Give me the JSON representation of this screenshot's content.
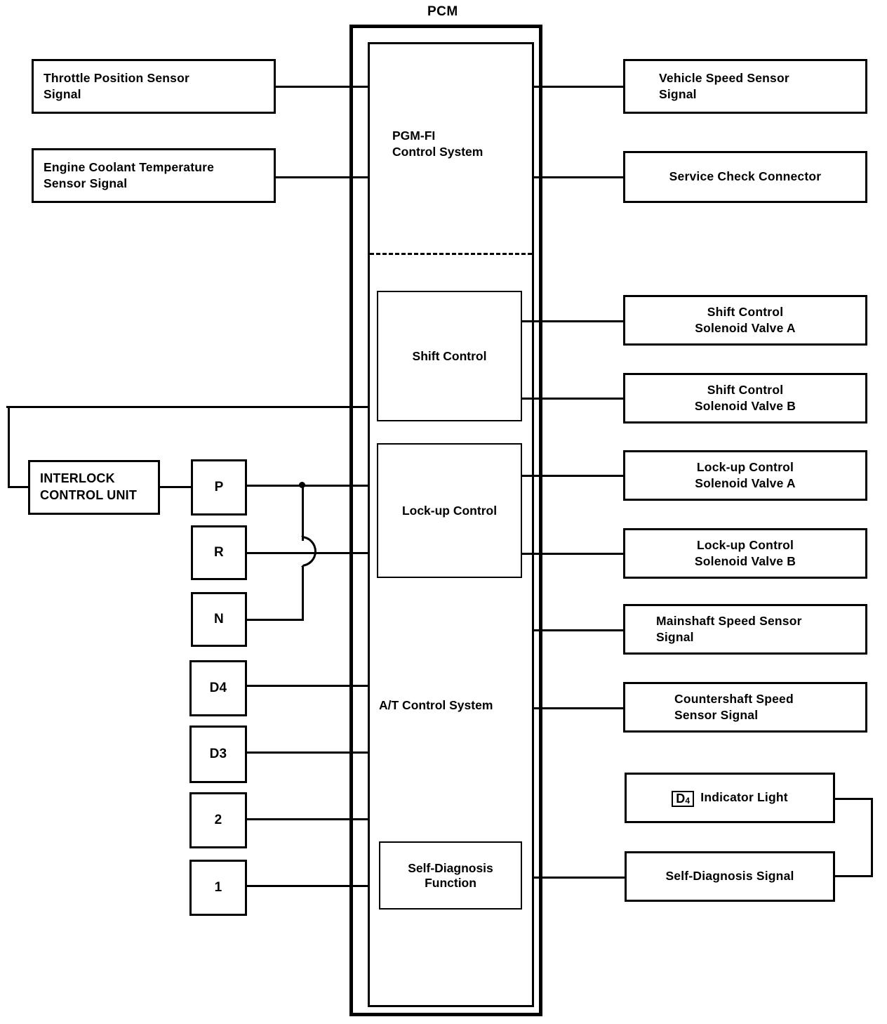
{
  "diagram": {
    "title": "PCM",
    "pcm": {
      "label": "PCM",
      "sections": [
        {
          "id": "pgmfi",
          "label": "PGM-FI\nControl System"
        },
        {
          "id": "at",
          "label": "A/T Control System"
        }
      ],
      "modules": [
        {
          "id": "shift-control",
          "label": "Shift Control"
        },
        {
          "id": "lockup-control",
          "label": "Lock-up Control"
        },
        {
          "id": "self-diagnosis-function",
          "label": "Self-Diagnosis\nFunction"
        }
      ],
      "pgmfi_label_line1": "PGM-FI",
      "pgmfi_label_line2": "Control System",
      "at_label": "A/T Control System"
    },
    "inputs_left": [
      {
        "id": "throttle-position-sensor-signal",
        "line1": "Throttle Position Sensor",
        "line2": "Signal"
      },
      {
        "id": "engine-coolant-temperature-sensor-signal",
        "line1": "Engine Coolant Temperature",
        "line2": "Sensor Signal"
      }
    ],
    "interlock": {
      "id": "interlock-control-unit",
      "line1": "INTERLOCK",
      "line2": "CONTROL UNIT"
    },
    "gear_positions": [
      {
        "id": "gear-p",
        "label": "P"
      },
      {
        "id": "gear-r",
        "label": "R"
      },
      {
        "id": "gear-n",
        "label": "N"
      },
      {
        "id": "gear-d4",
        "label": "D4"
      },
      {
        "id": "gear-d3",
        "label": "D3"
      },
      {
        "id": "gear-2",
        "label": "2"
      },
      {
        "id": "gear-1",
        "label": "1"
      }
    ],
    "outputs_right": [
      {
        "id": "vehicle-speed-sensor-signal",
        "line1": "Vehicle Speed Sensor",
        "line2": "Signal"
      },
      {
        "id": "service-check-connector",
        "line1": "Service Check Connector",
        "line2": ""
      },
      {
        "id": "shift-control-solenoid-valve-a",
        "line1": "Shift Control",
        "line2": "Solenoid Valve A"
      },
      {
        "id": "shift-control-solenoid-valve-b",
        "line1": "Shift Control",
        "line2": "Solenoid Valve B"
      },
      {
        "id": "lock-up-control-solenoid-valve-a",
        "line1": "Lock-up Control",
        "line2": "Solenoid Valve A"
      },
      {
        "id": "lock-up-control-solenoid-valve-b",
        "line1": "Lock-up Control",
        "line2": "Solenoid Valve B"
      },
      {
        "id": "mainshaft-speed-sensor-signal",
        "line1": "Mainshaft Speed Sensor",
        "line2": "Signal"
      },
      {
        "id": "countershaft-speed-sensor-signal",
        "line1": "Countershaft Speed",
        "line2": "Sensor Signal"
      },
      {
        "id": "d4-indicator-light",
        "badge_letter": "D",
        "badge_sub": "4",
        "line1": "Indicator Light",
        "line2": ""
      },
      {
        "id": "self-diagnosis-signal",
        "line1": "Self-Diagnosis Signal",
        "line2": ""
      }
    ],
    "colors": {
      "ink": "#000000",
      "paper": "#ffffff"
    }
  }
}
